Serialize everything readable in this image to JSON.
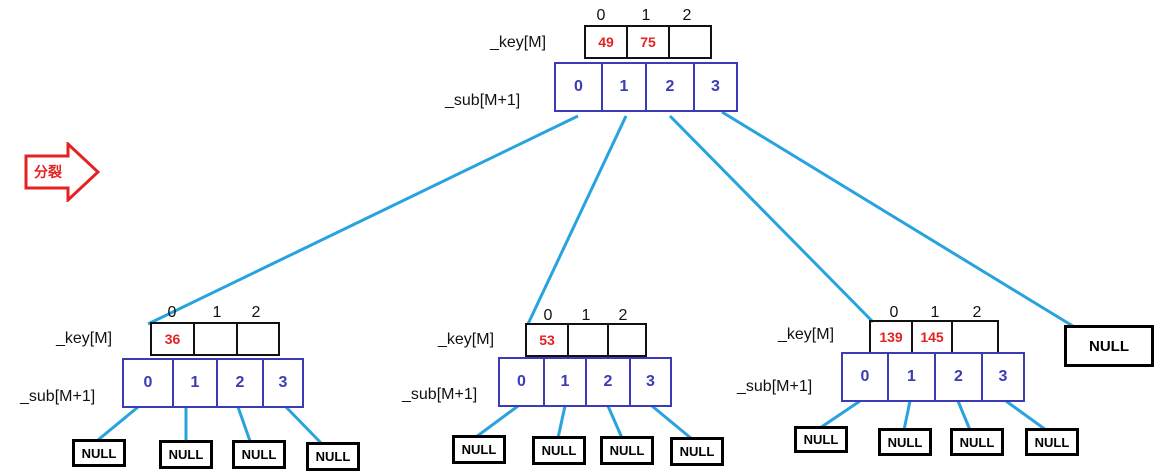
{
  "split_label": "分裂",
  "labels": {
    "key": "_key[M]",
    "sub": "_sub[M+1]"
  },
  "indices": [
    "0",
    "1",
    "2"
  ],
  "sub_indices": [
    "0",
    "1",
    "2",
    "3"
  ],
  "null_text": "NULL",
  "nodes": {
    "root": {
      "keys": [
        "49",
        "75",
        ""
      ]
    },
    "left": {
      "keys": [
        "36",
        "",
        ""
      ]
    },
    "middle": {
      "keys": [
        "53",
        "",
        ""
      ]
    },
    "right": {
      "keys": [
        "139",
        "145",
        ""
      ]
    }
  },
  "colors": {
    "edge": "#29a3df",
    "key_text": "#e52222",
    "sub_border": "#3b3bb5",
    "arrow": "#e52222"
  }
}
